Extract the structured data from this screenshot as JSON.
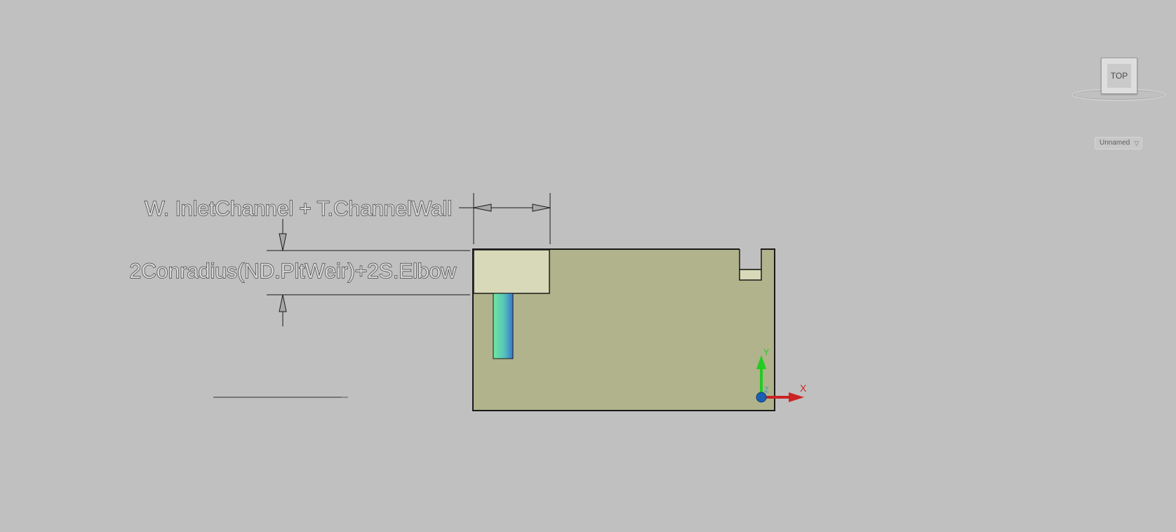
{
  "viewport": {
    "background": "#c0c0c0"
  },
  "dimensions": {
    "horizontal_label": "W. InletChannel + T.ChannelWall",
    "vertical_label": "2Conradius(ND.PltWeir)+2S.Elbow"
  },
  "ucs_icon": {
    "x_label": "X",
    "y_label": "Y",
    "z_label": "Z",
    "x_color": "#cc2222",
    "y_color": "#22cc22",
    "z_color": "#1b5fb0"
  },
  "viewcube": {
    "face_label": "TOP"
  },
  "view_dropdown": {
    "selected": "Unnamed"
  },
  "colors": {
    "body_fill": "#b0b38b",
    "channel_fill": "#d8d9b8",
    "gradient_start": "#6ee3a0",
    "gradient_end": "#3a7fd0"
  }
}
